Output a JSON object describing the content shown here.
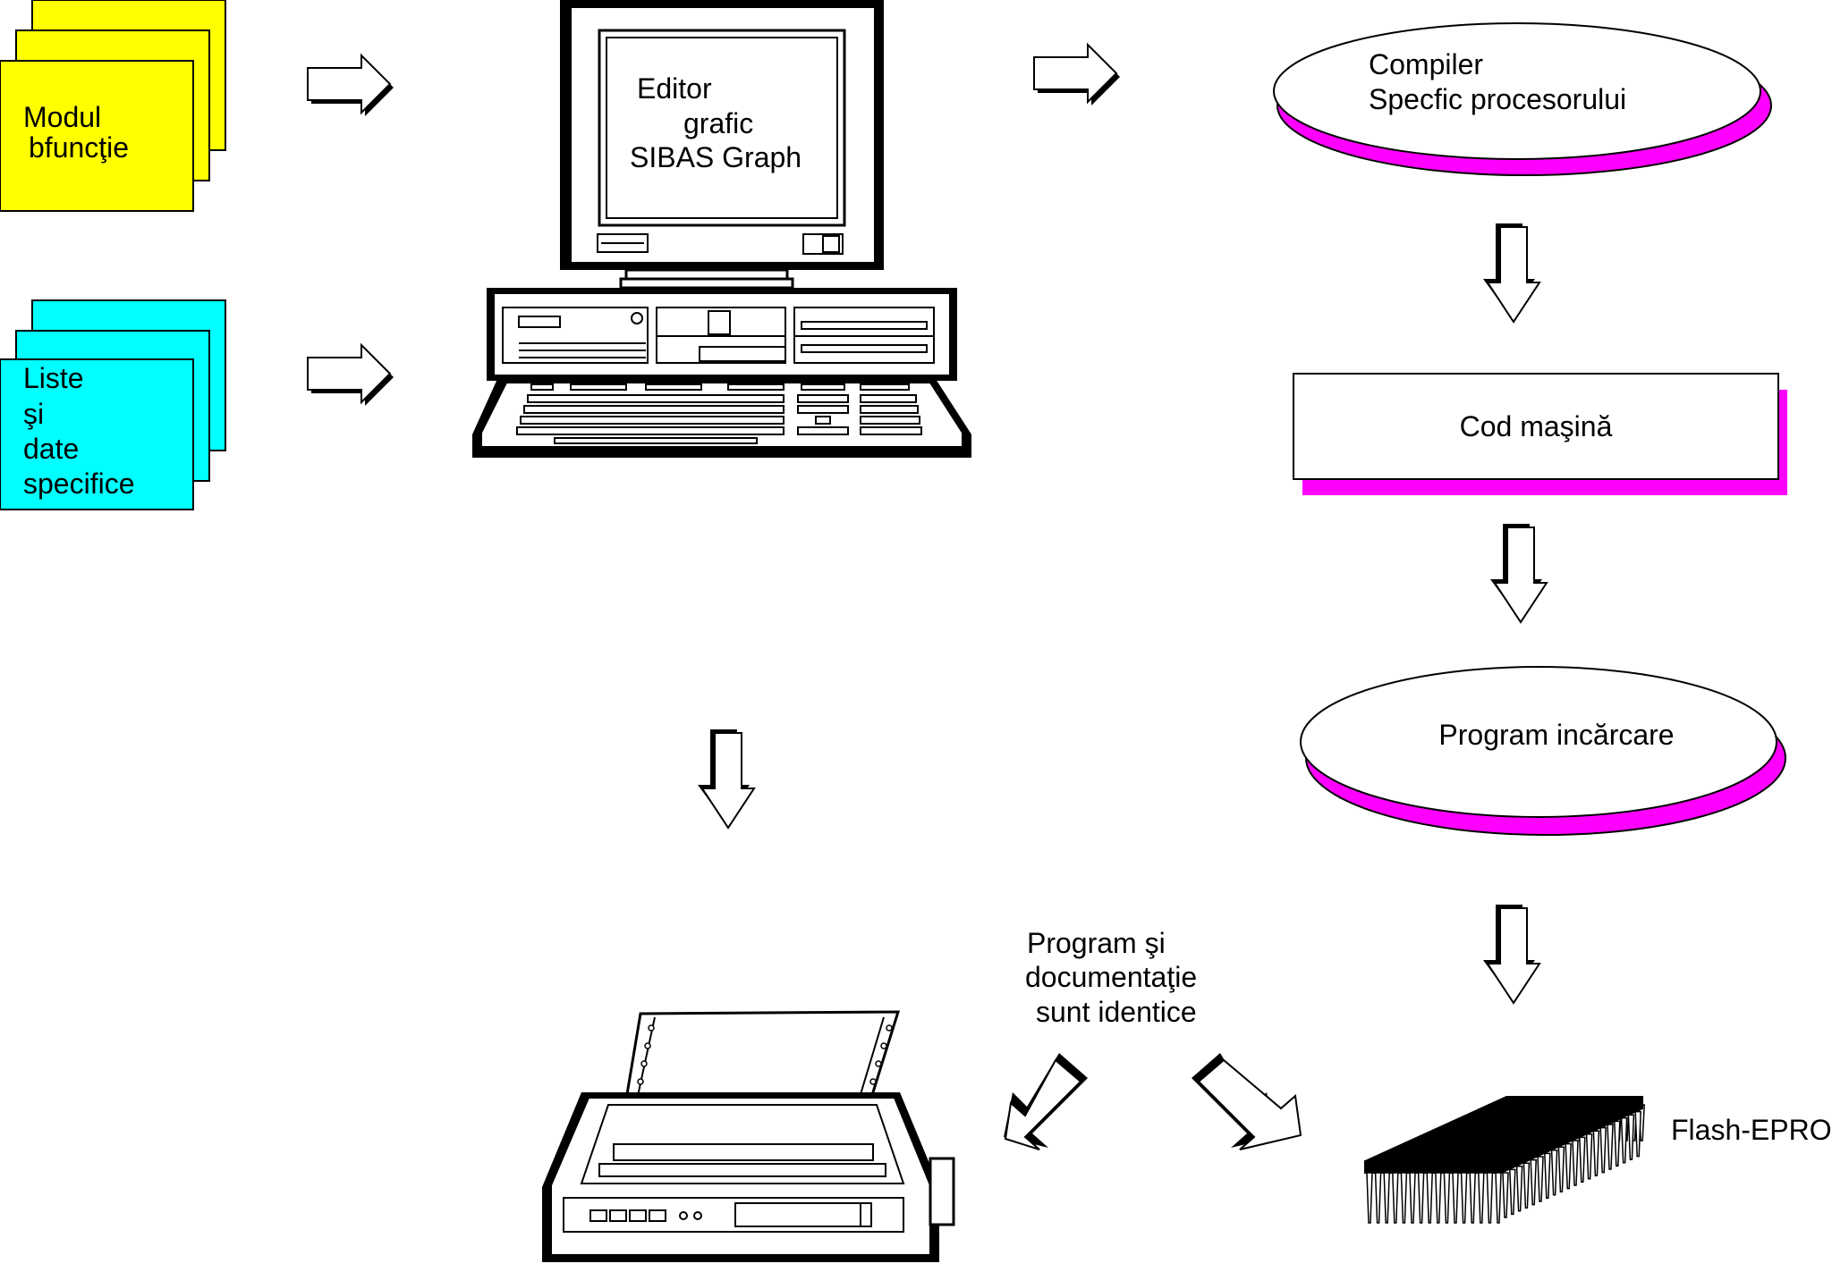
{
  "modul_box": {
    "line1": "Modul",
    "line2": "bfuncţie"
  },
  "liste_box": {
    "line1": "Liste",
    "line2": "şi",
    "line3": "date",
    "line4": "specifice"
  },
  "computer": {
    "screen_line1": "Editor",
    "screen_line2": "grafic",
    "screen_line3": "SIBAS Graph"
  },
  "compiler": {
    "line1": "Compiler",
    "line2": "Specfic procesorului"
  },
  "cod_masina": {
    "label": "Cod maşină"
  },
  "program_incarcare": {
    "label": "Program incărcare"
  },
  "doc_note": {
    "line1": "Program şi",
    "line2": "documentaţie",
    "line3": "sunt identice"
  },
  "flash": {
    "label": "Flash-EPRO"
  },
  "colors": {
    "yellow": "#ffff00",
    "cyan": "#00ffff",
    "magenta": "#ff00ff"
  }
}
